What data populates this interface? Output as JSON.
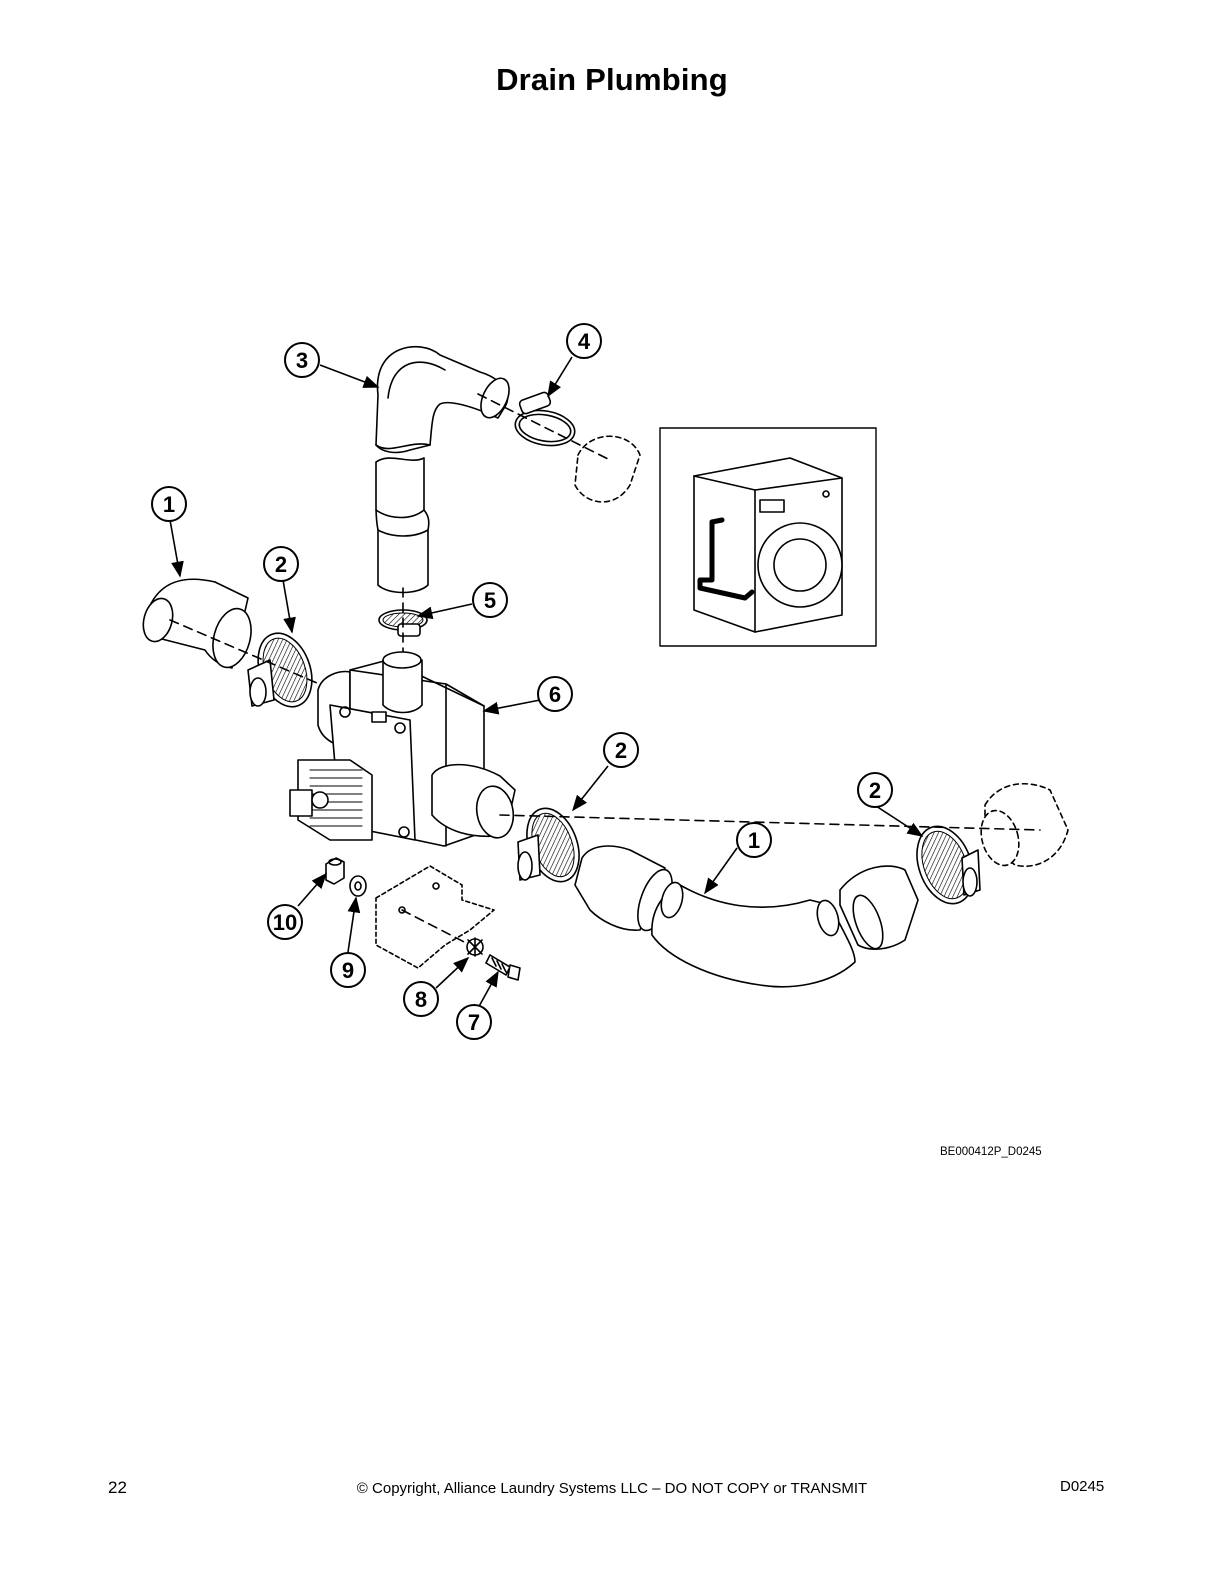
{
  "page": {
    "title": "Drain Plumbing",
    "figure_id": "BE000412P_D0245",
    "page_number": "22",
    "copyright": "© Copyright, Alliance Laundry Systems LLC – DO NOT COPY or TRANSMIT",
    "doc_code": "D0245"
  },
  "callouts": [
    "3",
    "4",
    "1",
    "2",
    "5",
    "6",
    "2",
    "2",
    "1",
    "10",
    "9",
    "8",
    "7"
  ]
}
